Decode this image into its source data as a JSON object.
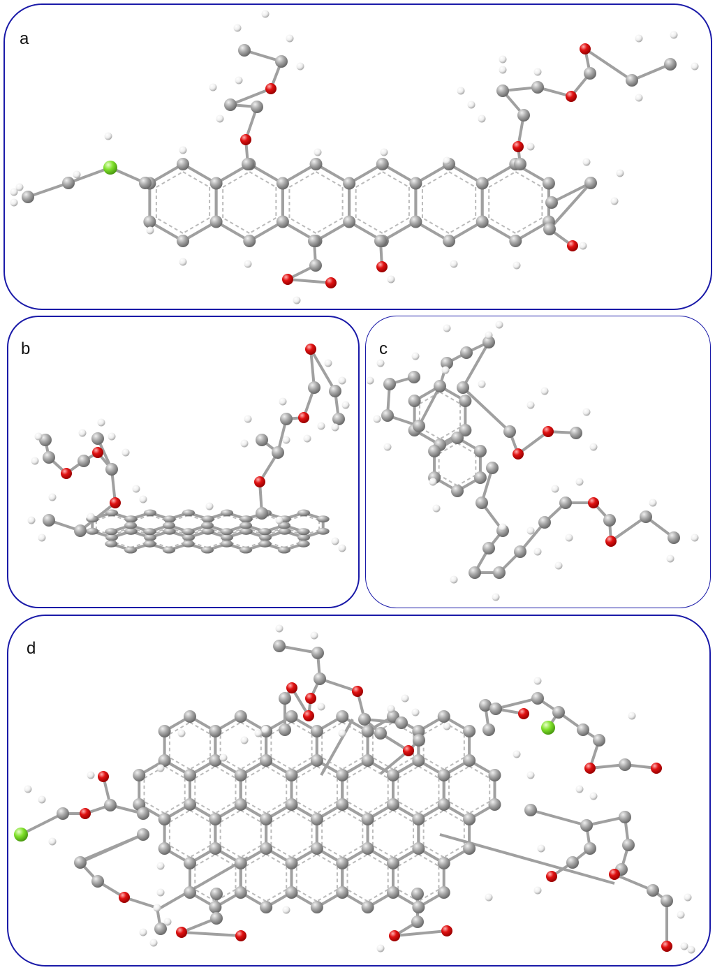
{
  "panels": [
    {
      "label": "a"
    },
    {
      "label": "b"
    },
    {
      "label": "c"
    },
    {
      "label": "d"
    }
  ],
  "colors": {
    "border": "#1a1aa8",
    "carbon": "#9a9a9a",
    "oxygen": "#e01212",
    "hydrogen": "#f2f2f2",
    "halogen": "#7fe02a"
  }
}
